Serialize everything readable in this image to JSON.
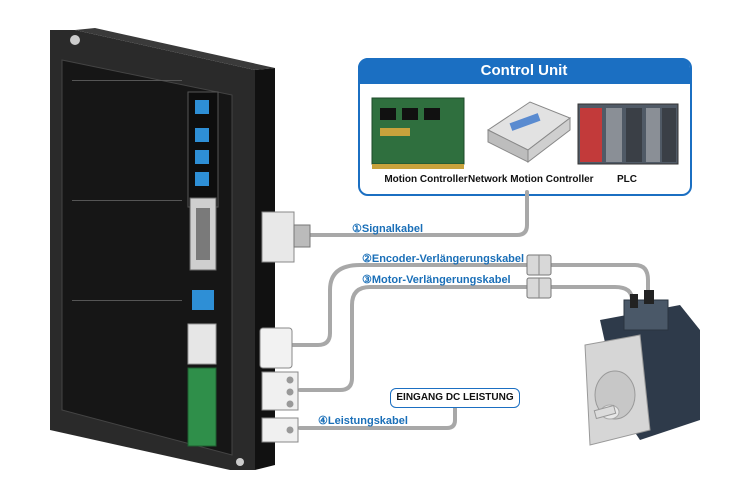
{
  "control_unit": {
    "title": "Control Unit",
    "devices": [
      {
        "label": "Motion Controller",
        "icon": "motion-controller-card-icon"
      },
      {
        "label": "Network Motion Controller",
        "icon": "network-motion-controller-icon"
      },
      {
        "label": "PLC",
        "icon": "plc-icon"
      }
    ]
  },
  "cables": [
    {
      "label": "①Signalkabel"
    },
    {
      "label": "②Encoder-Verlängerungskabel"
    },
    {
      "label": "③Motor-Verlängerungskabel"
    },
    {
      "label": "④Leistungskabel"
    }
  ],
  "power_input": {
    "label": "EINGANG DC LEISTUNG"
  },
  "colors": {
    "accent": "#1b6fc2",
    "label_text": "#1a6fb8",
    "cable": "#a8a8a8",
    "driver_body": "#1c1c1c",
    "motor_body": "#2e3a4a"
  }
}
